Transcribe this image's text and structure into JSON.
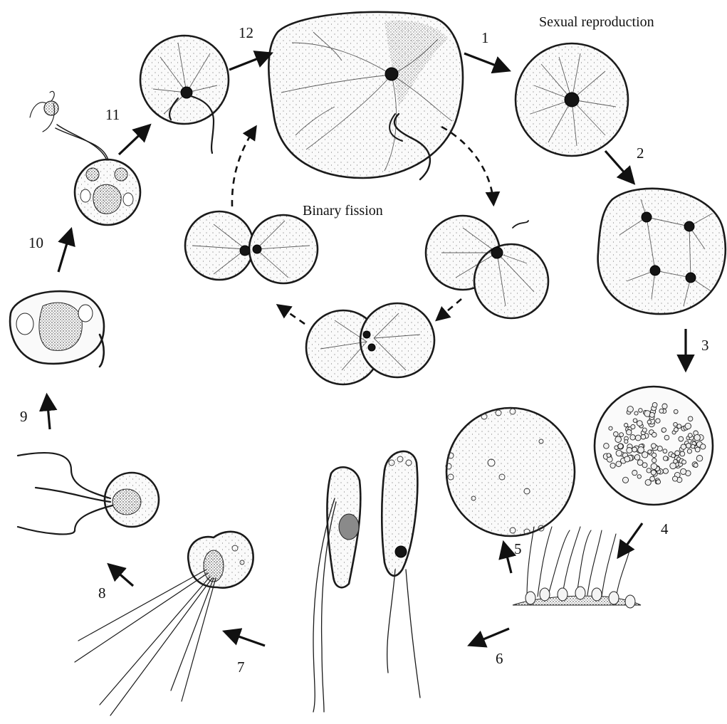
{
  "labels": {
    "sexual_reproduction": "Sexual reproduction",
    "binary_fission": "Binary fission"
  },
  "steps": [
    "1",
    "2",
    "3",
    "4",
    "5",
    "6",
    "7",
    "8",
    "9",
    "10",
    "11",
    "12"
  ],
  "colors": {
    "ink": "#1a1a1a",
    "paper": "#ffffff"
  }
}
